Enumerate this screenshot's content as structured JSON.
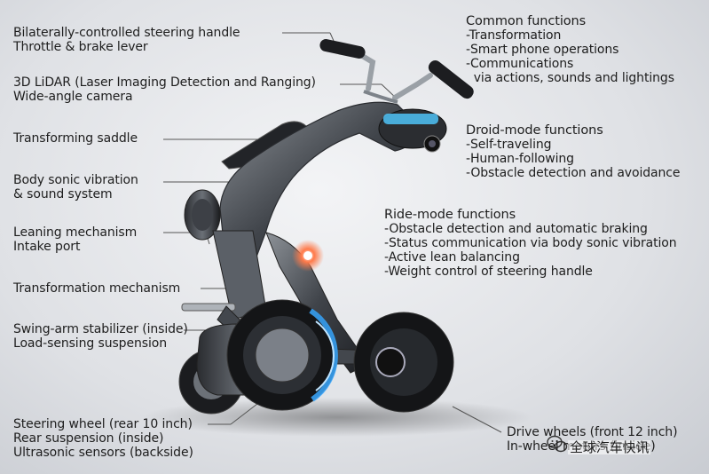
{
  "callouts": {
    "steering": [
      "Bilaterally-controlled steering handle",
      "Throttle & brake lever"
    ],
    "lidar": [
      "3D LiDAR (Laser Imaging Detection and Ranging)",
      "Wide-angle camera"
    ],
    "saddle": [
      "Transforming saddle"
    ],
    "sonic": [
      "Body sonic vibration",
      "& sound system"
    ],
    "leaning": [
      "Leaning mechanism",
      "Intake port"
    ],
    "transformation": [
      "Transformation mechanism"
    ],
    "swing": [
      "Swing-arm stabilizer (inside)",
      "Load-sensing suspension"
    ],
    "rear": [
      "Steering wheel (rear 10 inch)",
      "Rear suspension (inside)",
      "Ultrasonic sensors (backside)"
    ],
    "drive": [
      "Drive wheels (front 12 inch)",
      "In-wheel motors (inside)"
    ]
  },
  "common": {
    "title": "Common functions",
    "items": [
      "-Transformation",
      "-Smart phone operations",
      "-Communications",
      "  via actions, sounds and lightings"
    ]
  },
  "droid": {
    "title": "Droid-mode functions",
    "items": [
      "-Self-traveling",
      "-Human-following",
      "-Obstacle detection and avoidance"
    ]
  },
  "ride": {
    "title": "Ride-mode functions",
    "items": [
      "-Obstacle detection and automatic braking",
      "-Status communication via body sonic vibration",
      "-Active lean balancing",
      "-Weight control of steering handle"
    ]
  },
  "watermark": {
    "text": "全球汽车快讯",
    "icon": "wechat-icon"
  },
  "colors": {
    "body": "#3a3d42",
    "accent_light": "#ff6a3d",
    "wheel_glow": "#39a8ff",
    "lidar": "#4fc3f7"
  }
}
